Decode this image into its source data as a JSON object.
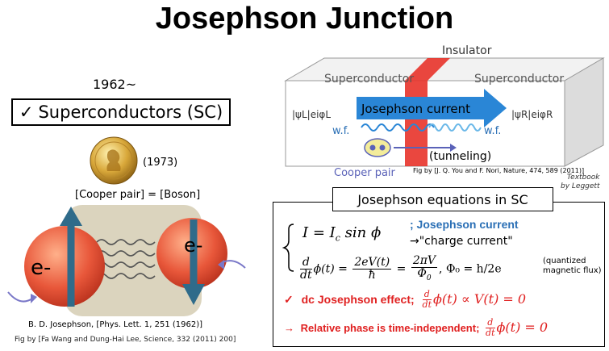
{
  "title": "Josephson Junction",
  "left_panel": {
    "year": "1962~",
    "sc_heading": "Superconductors (SC)",
    "check_mark": "✓",
    "medal_year": "(1973)",
    "cooper_equation": "[Cooper pair] = [Boson]",
    "electron_left": "e-",
    "electron_right": "e-",
    "bcs_citation": "B. D. Josephson, [Phys. Lett. 1, 251 (1962)]",
    "wang_citation": "Fig by [Fa Wang and Dung-Hai Lee,  Science,  332 (2011) 200]"
  },
  "junction_figure": {
    "insulator_label": "Insulator",
    "sc_left_label": "Superconductor",
    "sc_right_label": "Superconductor",
    "psi_left": "|ψL|eiφL",
    "psi_right": "|ψR|eiφR",
    "current_label": "Josephson current",
    "wf_left": "w.f.",
    "wf_right": "w.f.",
    "tunneling_label": "(tunneling)",
    "cooper_pair_label": "Cooper pair",
    "figure_citation": "Fig by [J. Q. You and F. Nori, Nature, 474, 589 (2011)]",
    "textbook_line1": "Textbook",
    "textbook_line2": "by Leggett"
  },
  "equations": {
    "box_title": "Josephson equations in SC",
    "eq1_label": "; Josephson current",
    "eq1_sub": "→\"charge current\"",
    "eq2_flux_text": "Φ₀ = h/2e",
    "eq2_label_line1": "(quantized",
    "eq2_label_line2": "magnetic flux)",
    "dc_effect": "dc Josephson effect;",
    "dc_check": "✓",
    "relative_phase": "Relative phase is time-independent;",
    "relative_arrow": "→"
  },
  "colors": {
    "insulator": "#e8332a",
    "current_arrow": "#2a86d6",
    "eq_label_blue": "#2a6fb5",
    "red_text": "#e02020",
    "electron": "#e8573a",
    "cooper_pair": "#5a62b8"
  }
}
